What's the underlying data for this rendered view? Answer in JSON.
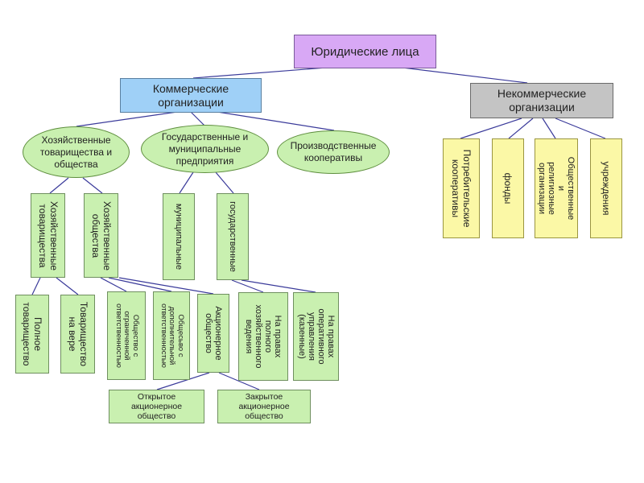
{
  "diagram": {
    "root": "Юридические лица",
    "commercial": "Коммерческие\nорганизации",
    "noncommercial": "Некоммерческие\nорганизации",
    "business_partnerships_and_companies": "Хозяйственные\nтоварищества и\nобщества",
    "state_municipal_enterprises": "Государственные и\nмуниципальные\nпредприятия",
    "production_cooperatives": "Производственные\nкооперативы",
    "business_partnerships": "Хозяйственные\nтоварищества",
    "business_companies": "Хозяйственные\nобщества",
    "municipal": "муниципальные",
    "state": "государственные",
    "full_partnership": "Полное\nтоварищество",
    "limited_partnership": "Товарищество\nна вере",
    "llc": "Общество с\nограниченной\nответственностью",
    "alc": "Общесьво с\nдополнительной\nответственностью",
    "joint_stock": "Акционерное\nобщество",
    "economic_management": "На правах\nполного\nхозяйственного\nведения",
    "operational_management": "На правах\nоперативного\nуправления\n(казенные)",
    "open_jsc": "Открытое\nакционерное\nобщество",
    "closed_jsc": "Закрытое\nакционерное\nобщество",
    "consumer_cooperatives": "Потребительские\nкооперативы",
    "funds": "фонды",
    "public_religious": "Общественные и\nрелигиозные\nорганизации",
    "institutions": "учреждения"
  }
}
